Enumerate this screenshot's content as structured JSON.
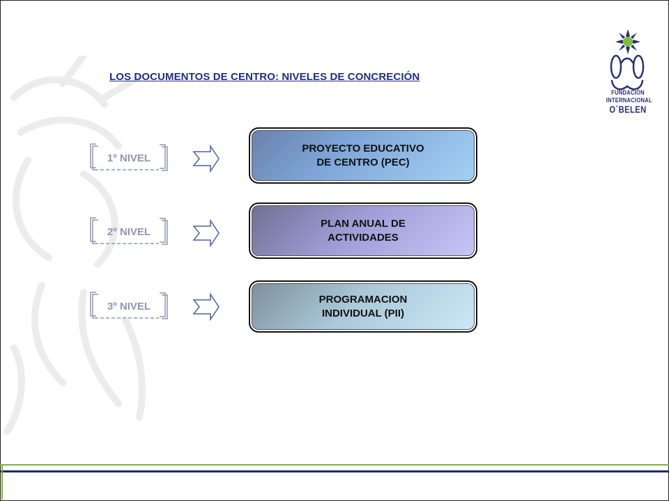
{
  "slide": {
    "title": "LOS DOCUMENTOS DE CENTRO: NIVELES DE CONCRECIÓN"
  },
  "logo": {
    "line1": "FUNDACIÓN",
    "line2": "INTERNACIONAL",
    "line3": "O´BELEN"
  },
  "levels": [
    {
      "label": "1º NIVEL",
      "document_line1": "PROYECTO EDUCATIVO",
      "document_line2": "DE CENTRO (PEC)"
    },
    {
      "label": "2º NIVEL",
      "document_line1": "PLAN ANUAL DE",
      "document_line2": "ACTIVIDADES"
    },
    {
      "label": "3º NIVEL",
      "document_line1": "PROGRAMACION",
      "document_line2": "INDIVIDUAL (PII)"
    }
  ],
  "colors": {
    "title": "#1c2f86",
    "level_text": "#8f96b3",
    "footer_green": "#7fb33b",
    "footer_navy": "#1d2b63"
  }
}
